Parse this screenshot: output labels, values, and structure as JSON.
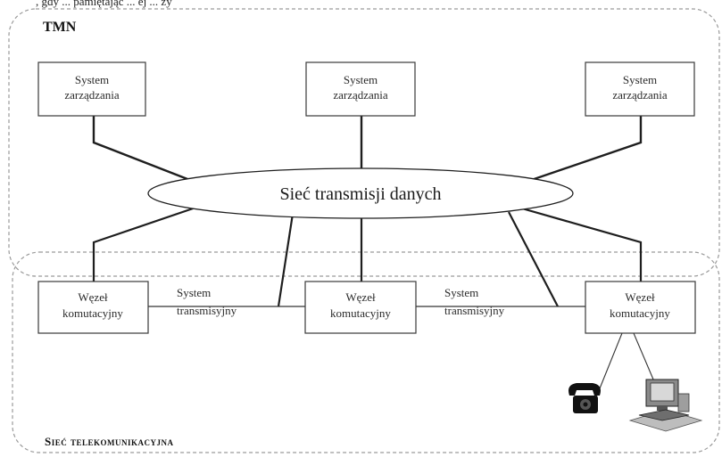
{
  "top_caption": ", gdy ... pamiętając ... ej ... zy",
  "regions": {
    "tmn": "TMN",
    "telecom": "Sieć telekomunikacyjna"
  },
  "hub": "Sieć transmisji danych",
  "management_systems": [
    {
      "line1": "System",
      "line2": "zarządzania"
    },
    {
      "line1": "System",
      "line2": "zarządzania"
    },
    {
      "line1": "System",
      "line2": "zarządzania"
    }
  ],
  "switching_nodes": [
    {
      "line1": "Węzeł",
      "line2": "komutacyjny"
    },
    {
      "line1": "Węzeł",
      "line2": "komutacyjny"
    },
    {
      "line1": "Węzeł",
      "line2": "komutacyjny"
    }
  ],
  "transmission_links": [
    {
      "line1": "System",
      "line2": "transmisyjny"
    },
    {
      "line1": "System",
      "line2": "transmisyjny"
    }
  ],
  "terminals": [
    {
      "icon": "telephone-icon"
    },
    {
      "icon": "computer-terminal-icon"
    }
  ],
  "colors": {
    "line": "#1e1e1e",
    "dashed": "#9a9a9a",
    "box_border": "#3a3a3a"
  }
}
